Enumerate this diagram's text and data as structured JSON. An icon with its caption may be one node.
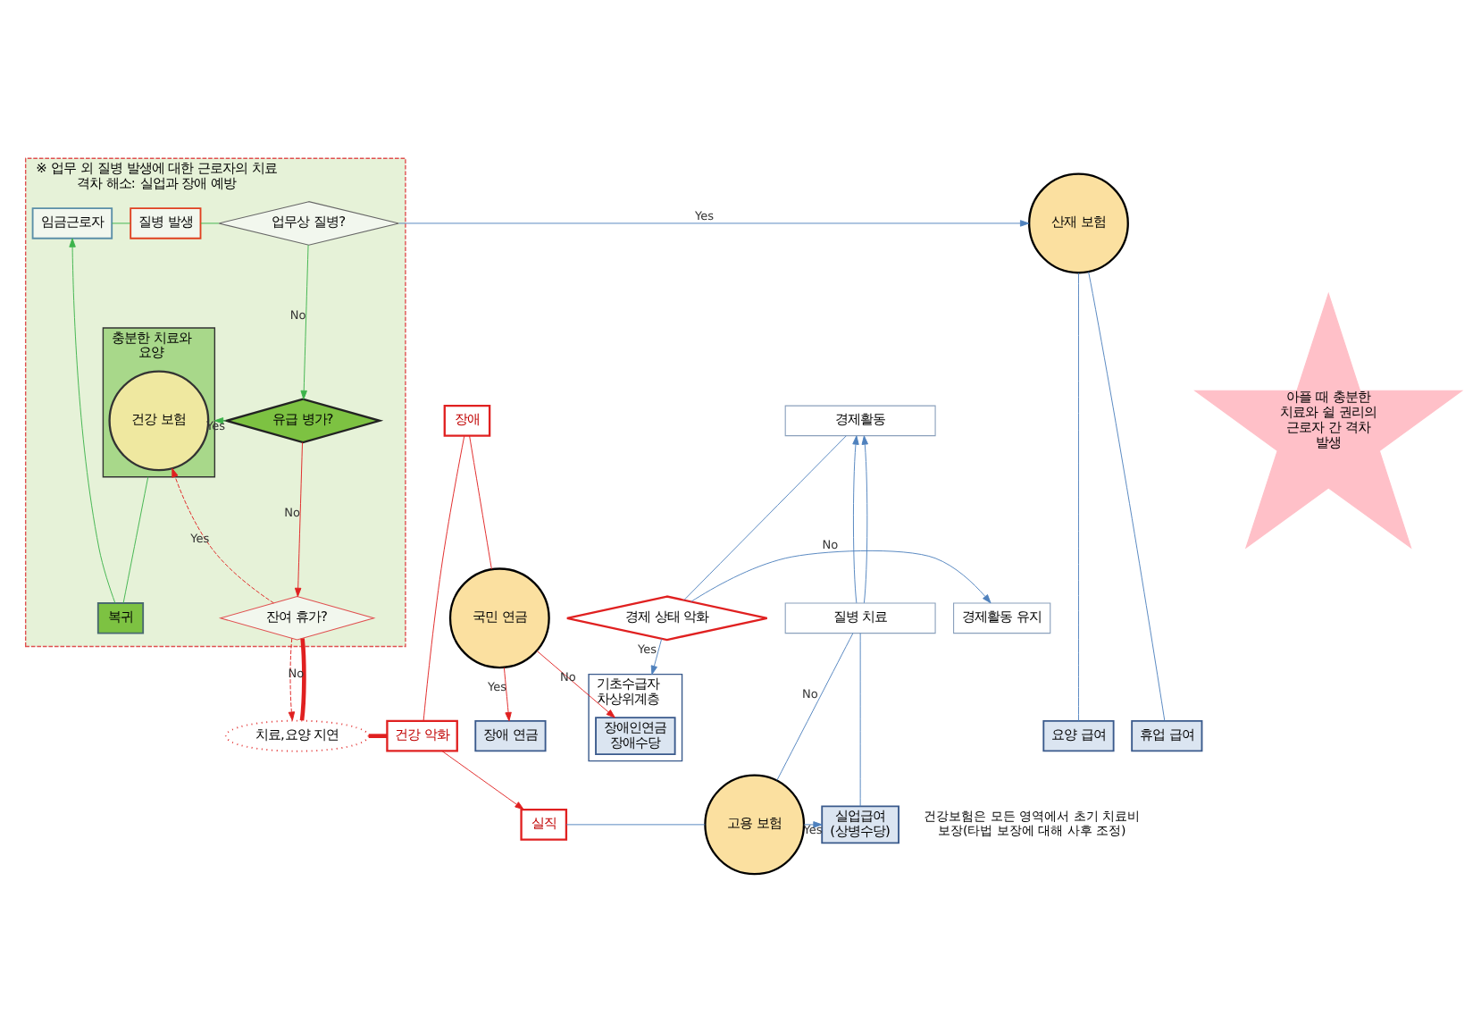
{
  "diagram": {
    "nodes": [
      {
        "text": [
          "※ 업무 외 질병 발생에 대한 근로자의 치료 격차 해소: 실업과 장애 예방"
        ]
      },
      {
        "text": [
          "기초수급자 차상위계층"
        ]
      },
      {
        "text": [
          "장애인연금 장애수당"
        ],
        "in": 1
      },
      {
        "text": [
          "장애 연금"
        ]
      },
      {
        "text": [
          "요양 급여"
        ]
      },
      {
        "text": [
          "휴업 급여"
        ]
      },
      {
        "text": [
          "임금근로자"
        ],
        "in": 0
      },
      {
        "text": [
          "질병 발생"
        ],
        "in": 0
      },
      {
        "text": [
          "업무상 질병?"
        ],
        "in": 0
      },
      {
        "text": [
          "산재 보험"
        ]
      },
      {
        "text": [
          "경제활동 유지"
        ]
      },
      {
        "text": [
          "경제 상태 악화"
        ]
      },
      {
        "text": [
          "국민 연금"
        ]
      },
      {
        "text": [
          "복귀"
        ],
        "in": 0
      },
      {
        "text": [
          "충분한 치료와 요양"
        ],
        "in": 0
      },
      {
        "text": [
          "건강 보험"
        ],
        "in": 14
      },
      {
        "text": [
          "유급 병가?"
        ],
        "in": 0
      },
      {
        "text": [
          "경제활동"
        ]
      },
      {
        "text": [
          "장애"
        ]
      },
      {
        "text": [
          "아플 때 충분한 치료와 쉴 권리의 근로자 간 격차 발생"
        ]
      },
      {
        "text": [
          "질병 치료"
        ]
      },
      {
        "text": [
          "잔여 휴가?"
        ],
        "in": 0
      },
      {
        "text": [
          "건강 악화"
        ]
      },
      {
        "text": [
          "치료,요양 지연"
        ]
      },
      {
        "text": [
          "실업급여 (상병수당)"
        ]
      },
      {
        "text": [
          "고용 보험"
        ]
      },
      {
        "text": [
          "실직"
        ]
      }
    ],
    "edges": [
      {
        "from": 6,
        "to": 7,
        "arrow": "none",
        "color": "#3cb34a"
      },
      {
        "from": 7,
        "to": 8,
        "arrow": "none",
        "color": "#3cb34a"
      },
      {
        "from": 8,
        "to": 9,
        "arrow": "to",
        "label": "Yes"
      },
      {
        "from": 9,
        "to": 4,
        "arrow": "none"
      },
      {
        "from": 9,
        "to": 5,
        "arrow": "none"
      },
      {
        "from": 8,
        "to": 16,
        "arrow": "to",
        "label": "No",
        "color": "#3cb34a"
      },
      {
        "from": 16,
        "to": 14,
        "arrow": "to",
        "label": "Yes",
        "color": "#3cb34a"
      },
      {
        "from": 14,
        "to": 13,
        "arrow": "none",
        "color": "#3cb34a"
      },
      {
        "from": 13,
        "to": 6,
        "arrow": "to",
        "color": "#3cb34a"
      },
      {
        "from": 16,
        "to": 21,
        "arrow": "to",
        "label": "No",
        "color": "#e02020"
      },
      {
        "from": 21,
        "to": 15,
        "arrow": "to",
        "label": "Yes",
        "style": "dashed",
        "color": "#e02020"
      },
      {
        "from": 21,
        "to": 23,
        "arrow": "to",
        "style": "dashed",
        "color": "#e02020"
      },
      {
        "from": 21,
        "to": 23,
        "arrow": "none",
        "label": "No",
        "style": "thick",
        "color": "#e02020"
      },
      {
        "from": 23,
        "to": 22,
        "arrow": "none",
        "style": "thick",
        "color": "#e02020"
      },
      {
        "from": 22,
        "to": 18,
        "arrow": "none",
        "color": "#e02020"
      },
      {
        "from": 22,
        "to": 26,
        "arrow": "to",
        "color": "#e02020"
      },
      {
        "from": 18,
        "to": 12,
        "arrow": "none",
        "color": "#e02020"
      },
      {
        "from": 12,
        "to": 3,
        "arrow": "to",
        "label": "Yes",
        "color": "#e02020"
      },
      {
        "from": 12,
        "to": 2,
        "arrow": "to",
        "label": "No",
        "color": "#e02020"
      },
      {
        "from": 26,
        "to": 25,
        "arrow": "none"
      },
      {
        "from": 25,
        "to": 24,
        "arrow": "to",
        "label": "Yes"
      },
      {
        "from": 25,
        "to": 20,
        "arrow": "none",
        "label": "No"
      },
      {
        "from": 24,
        "to": 20,
        "arrow": "none"
      },
      {
        "from": 20,
        "to": 17,
        "arrow": "to"
      },
      {
        "from": 20,
        "to": 17,
        "arrow": "to"
      },
      {
        "from": 17,
        "to": 11,
        "arrow": "none"
      },
      {
        "from": 11,
        "to": 10,
        "arrow": "to",
        "label": "No"
      },
      {
        "from": 11,
        "to": 1,
        "arrow": "to",
        "label": "Yes"
      }
    ],
    "labels": [
      "건강보험은 모든 영역에서 초기 치료비 보장(타법 보장에 대해 사후 조정)"
    ]
  }
}
